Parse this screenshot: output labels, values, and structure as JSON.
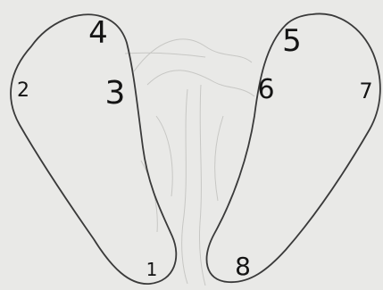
{
  "diagram": {
    "background_color": "#e9e9e7",
    "outline_color": "#3a3a3a",
    "text_color": "#141414",
    "left_region": {
      "labels": [
        "1",
        "2",
        "3",
        "4"
      ]
    },
    "right_region": {
      "labels": [
        "5",
        "6",
        "7",
        "8"
      ]
    }
  }
}
